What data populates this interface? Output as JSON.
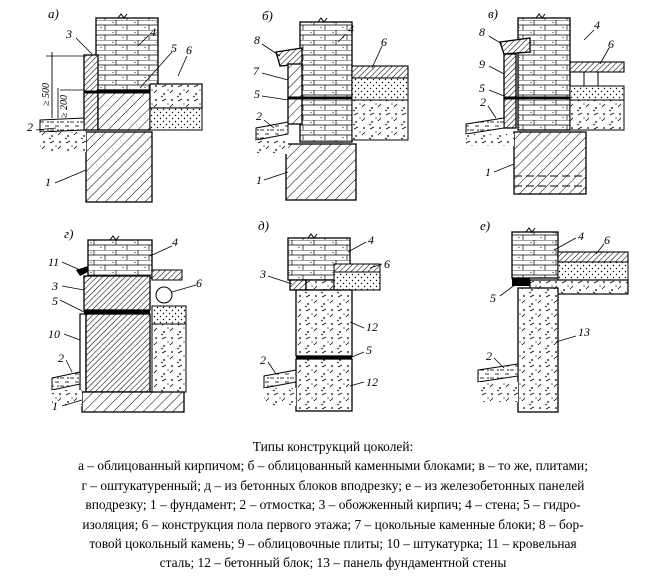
{
  "panels": {
    "a": {
      "label": "а)",
      "callouts": [
        "3",
        "4",
        "5",
        "6",
        "2",
        "1"
      ],
      "dims": [
        "≥ 500",
        "≥ 200"
      ]
    },
    "b": {
      "label": "б)",
      "callouts": [
        "8",
        "4",
        "6",
        "7",
        "5",
        "2",
        "1"
      ]
    },
    "v": {
      "label": "в)",
      "callouts": [
        "8",
        "4",
        "6",
        "9",
        "5",
        "2",
        "1"
      ]
    },
    "g": {
      "label": "г)",
      "callouts": [
        "4",
        "11",
        "3",
        "6",
        "5",
        "10",
        "2",
        "1"
      ]
    },
    "d": {
      "label": "д)",
      "callouts": [
        "4",
        "3",
        "6",
        "12",
        "5",
        "2",
        "12"
      ]
    },
    "e": {
      "label": "е)",
      "callouts": [
        "4",
        "6",
        "5",
        "13",
        "2"
      ]
    }
  },
  "caption": {
    "title": "Типы конструкций цоколей:",
    "lines": [
      "а – облицованный кирпичом; б – облицованный каменными блоками; в – то же, плитами;",
      "г – оштукатуренный; д – из бетонных блоков вподрезку; е – из железобетонных панелей",
      "вподрезку; 1 – фундамент; 2 – отмостка; 3 – обожженный кирпич; 4 – стена; 5 – гидро-",
      "изоляция; 6 – конструкция пола первого этажа; 7 – цокольные каменные блоки; 8 – бор-",
      "товой цокольный камень; 9 – облицовочные плиты; 10 – штукатурка; 11 – кровельная",
      "сталь; 12 – бетонный блок; 13 – панель фундаментной стены"
    ]
  }
}
